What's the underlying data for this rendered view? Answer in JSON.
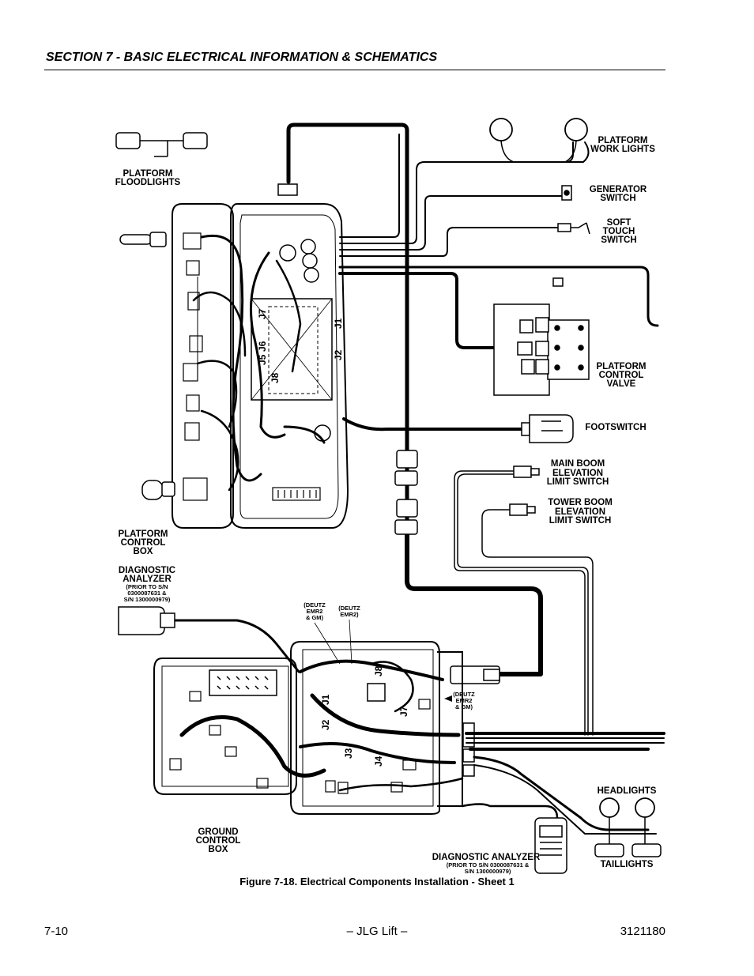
{
  "header": {
    "section_title": "SECTION 7 - BASIC ELECTRICAL INFORMATION & SCHEMATICS"
  },
  "labels": {
    "platform_floodlights": [
      "PLATFORM",
      "FLOODLIGHTS"
    ],
    "platform_work_lights": [
      "PLATFORM",
      "WORK LIGHTS"
    ],
    "generator_switch": [
      "GENERATOR",
      "SWITCH"
    ],
    "soft_touch_switch": [
      "SOFT",
      "TOUCH",
      "SWITCH"
    ],
    "platform_control_valve": [
      "PLATFORM",
      "CONTROL",
      "VALVE"
    ],
    "footswitch": [
      "FOOTSWITCH"
    ],
    "main_boom_limit": [
      "MAIN BOOM",
      "ELEVATION",
      "LIMIT SWITCH"
    ],
    "tower_boom_limit": [
      "TOWER BOOM",
      "ELEVATION",
      "LIMIT SWITCH"
    ],
    "platform_control_box": [
      "PLATFORM",
      "CONTROL",
      "BOX"
    ],
    "diagnostic_analyzer_top": [
      "DIAGNOSTIC",
      "ANALYZER"
    ],
    "diagnostic_analyzer_top_note": [
      "(PRIOR TO S/N",
      "0300087631 &",
      "S/N 1300000979)"
    ],
    "deutz_emr2_gm_1": [
      "(DEUTZ",
      "EMR2",
      "& GM)"
    ],
    "deutz_emr2": [
      "(DEUTZ",
      "EMR2)"
    ],
    "deutz_emr2_gm_2": [
      "(DEUTZ",
      "EMR2",
      "& GM)"
    ],
    "ground_control_box": [
      "GROUND",
      "CONTROL",
      "BOX"
    ],
    "headlights": [
      "HEADLIGHTS"
    ],
    "taillights": [
      "TAILLIGHTS"
    ],
    "diagnostic_analyzer_bottom": [
      "DIAGNOSTIC ANALYZER"
    ],
    "diagnostic_analyzer_bottom_note": [
      "(PRIOR TO S/N 0300087631 &",
      "S/N 1300000979)"
    ]
  },
  "platform_connectors": [
    "J7",
    "J6",
    "J5",
    "J8",
    "J1",
    "J2"
  ],
  "ground_connectors": [
    "J8",
    "J1",
    "J7",
    "J2",
    "J3",
    "J4"
  ],
  "caption": "Figure 7-18.  Electrical Components Installation - Sheet 1",
  "footer": {
    "page": "7-10",
    "center": "– JLG Lift –",
    "doc_number": "3121180"
  }
}
